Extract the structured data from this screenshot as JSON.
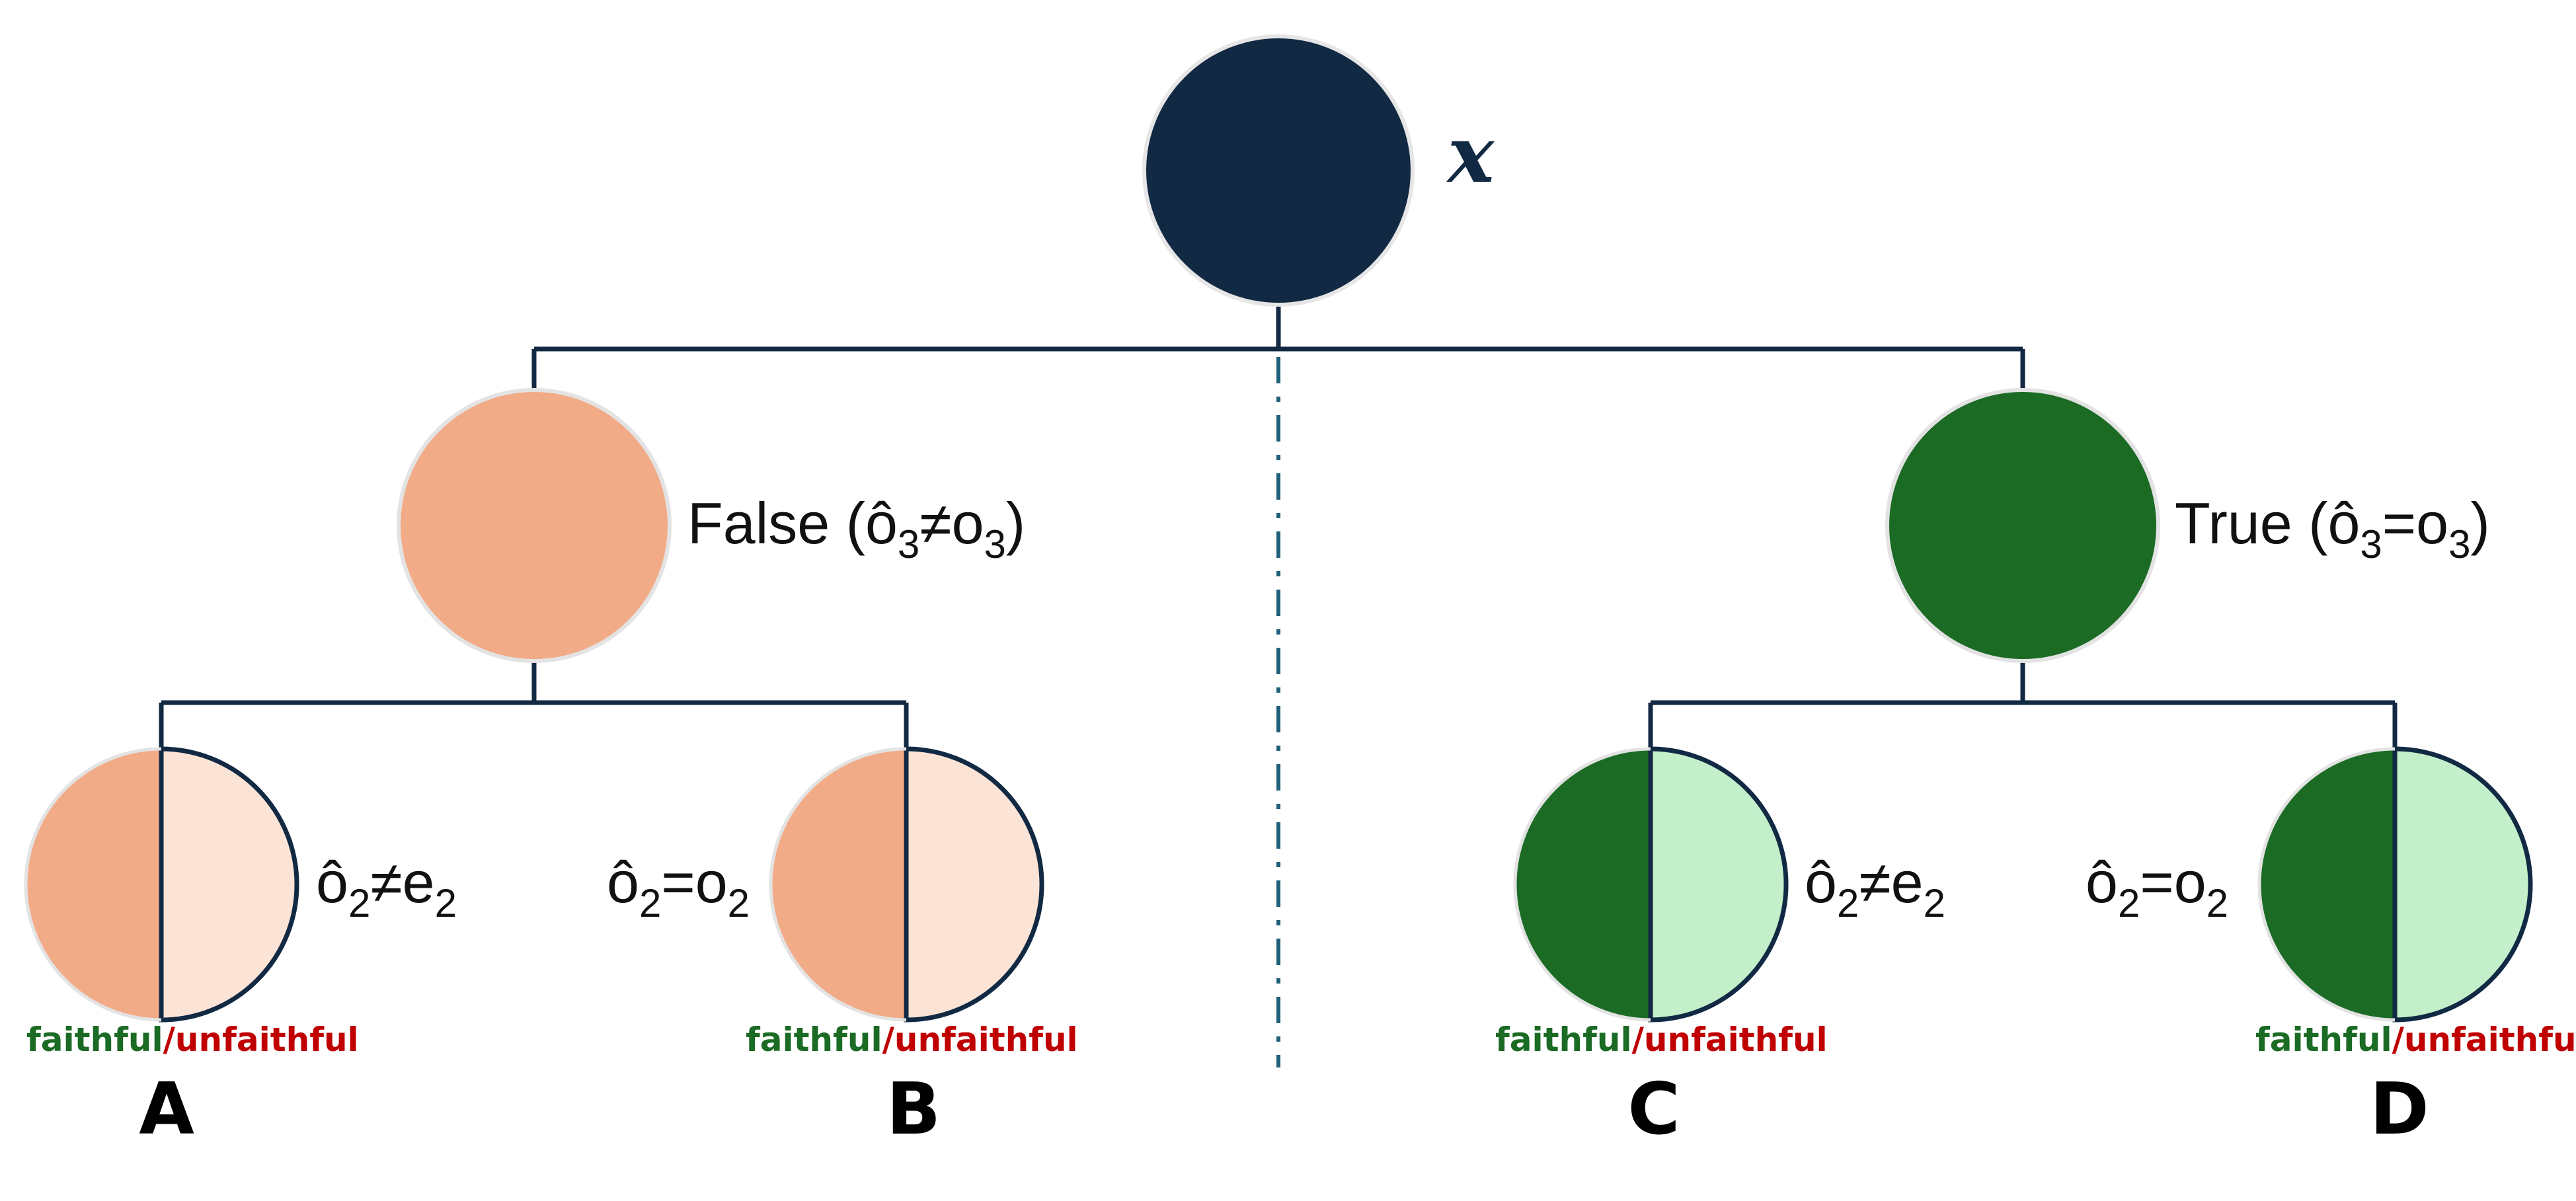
{
  "colors": {
    "root": "#122943",
    "false_dark": "#f2ab87",
    "false_light": "#fbe3d6",
    "true_dark": "#1b6b25",
    "true_light": "#c3f0ca",
    "faithful": "#1b6b25",
    "unfaithful": "#c00000",
    "connector": "#122943",
    "divider": "#1f5f7a"
  },
  "root": {
    "label": "x"
  },
  "branches": {
    "false": {
      "prefix": "False (",
      "o_hat": "ô",
      "sub1": "3",
      "rel": "≠",
      "o": "o",
      "sub2": "3",
      "suffix": ")"
    },
    "true": {
      "prefix": "True (",
      "o_hat": "ô",
      "sub1": "3",
      "rel": "=",
      "o": "o",
      "sub2": "3",
      "suffix": ")"
    }
  },
  "leaves": [
    {
      "id": "A",
      "letter": "A",
      "cond": {
        "a": "ô",
        "sub1": "2",
        "rel": "≠",
        "b": "e",
        "sub2": "2"
      }
    },
    {
      "id": "B",
      "letter": "B",
      "cond": {
        "a": "ô",
        "sub1": "2",
        "rel": "=",
        "b": "o",
        "sub2": "2"
      }
    },
    {
      "id": "C",
      "letter": "C",
      "cond": {
        "a": "ô",
        "sub1": "2",
        "rel": "≠",
        "b": "e",
        "sub2": "2"
      }
    },
    {
      "id": "D",
      "letter": "D",
      "cond": {
        "a": "ô",
        "sub1": "2",
        "rel": "=",
        "b": "o",
        "sub2": "2"
      }
    }
  ],
  "tags": {
    "faithful": "faithful",
    "separator": "/",
    "unfaithful": "unfaithful"
  }
}
